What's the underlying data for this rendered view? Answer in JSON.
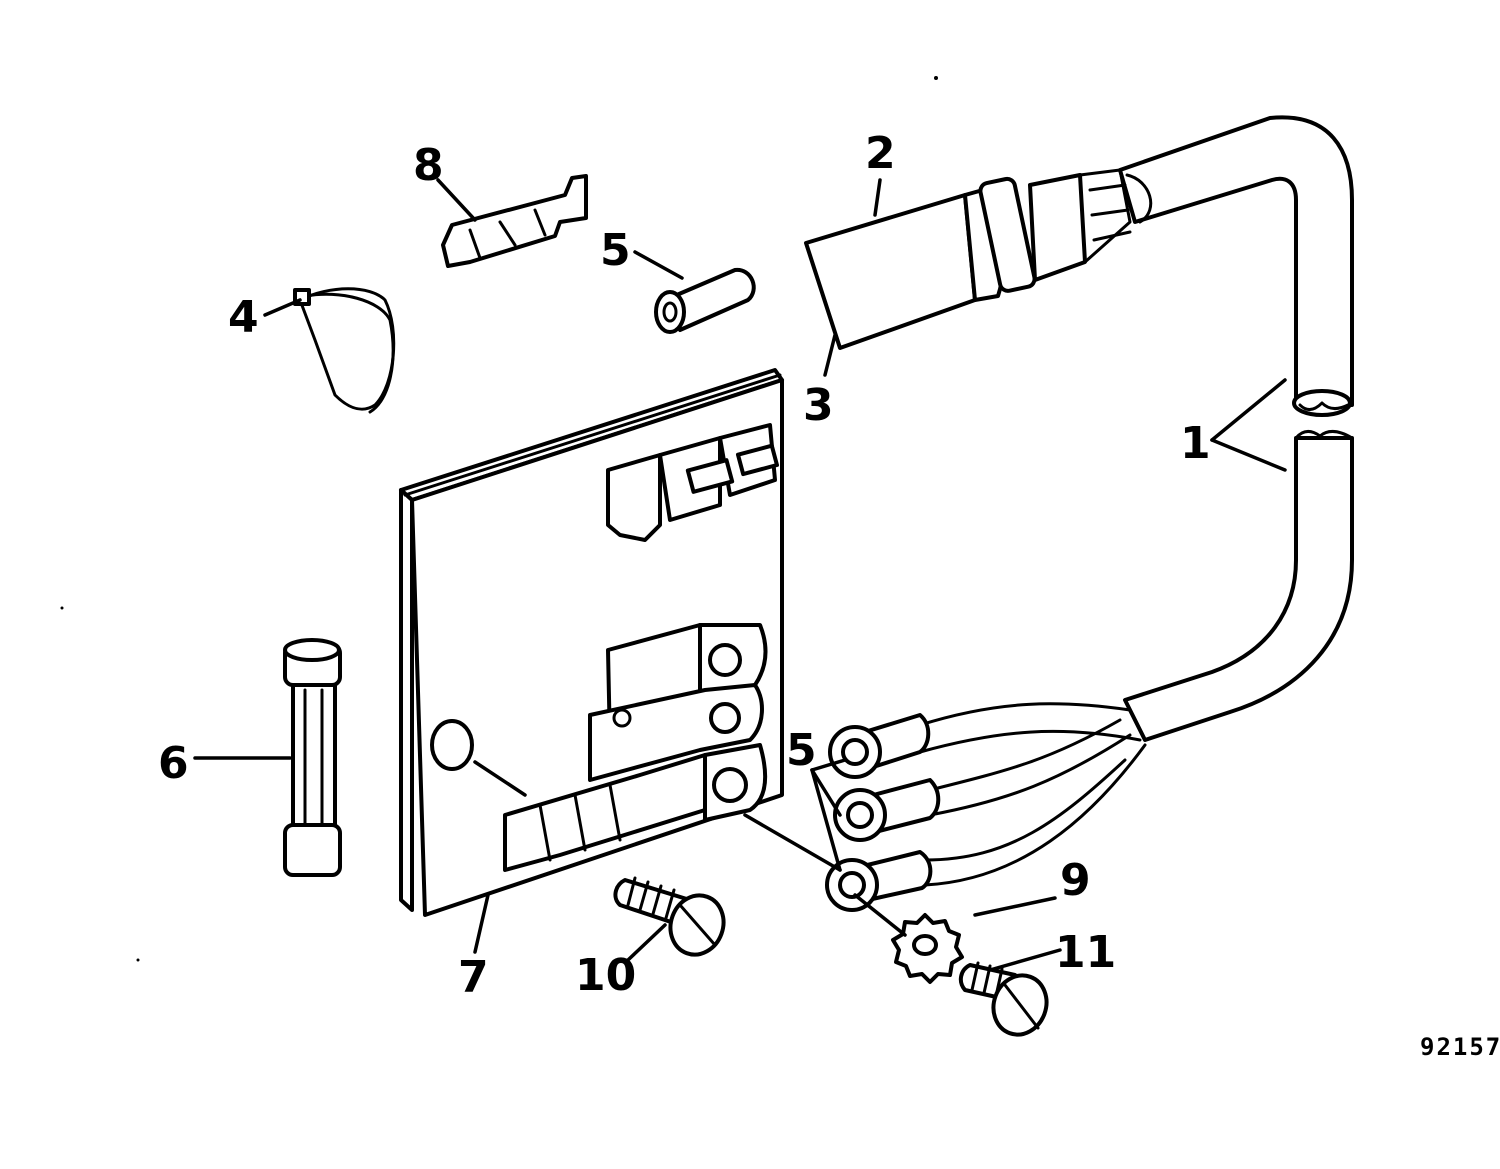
{
  "figure": {
    "number": "92157",
    "ink_color": "#000000",
    "paper_color": "#ffffff"
  },
  "callouts": {
    "c1": "1",
    "c2": "2",
    "c3": "3",
    "c4": "4",
    "c5_top": "5",
    "c5_right": "5",
    "c6": "6",
    "c7": "7",
    "c8": "8",
    "c9": "9",
    "c10": "10",
    "c11": "11"
  },
  "parts": [
    {
      "callout": "1",
      "icon": "wire-harness-cable-icon"
    },
    {
      "callout": "2",
      "icon": "connector-housing-icon"
    },
    {
      "callout": "3",
      "icon": "connector-boot-icon"
    },
    {
      "callout": "4",
      "icon": "cable-tie-icon"
    },
    {
      "callout": "5",
      "icon": "terminal-sleeve-icon"
    },
    {
      "callout": "6",
      "icon": "glass-fuse-icon"
    },
    {
      "callout": "7",
      "icon": "terminal-board-icon"
    },
    {
      "callout": "8",
      "icon": "blade-terminal-icon"
    },
    {
      "callout": "9",
      "icon": "lock-washer-icon"
    },
    {
      "callout": "10",
      "icon": "slotted-screw-icon"
    },
    {
      "callout": "11",
      "icon": "slotted-screw-icon"
    }
  ]
}
